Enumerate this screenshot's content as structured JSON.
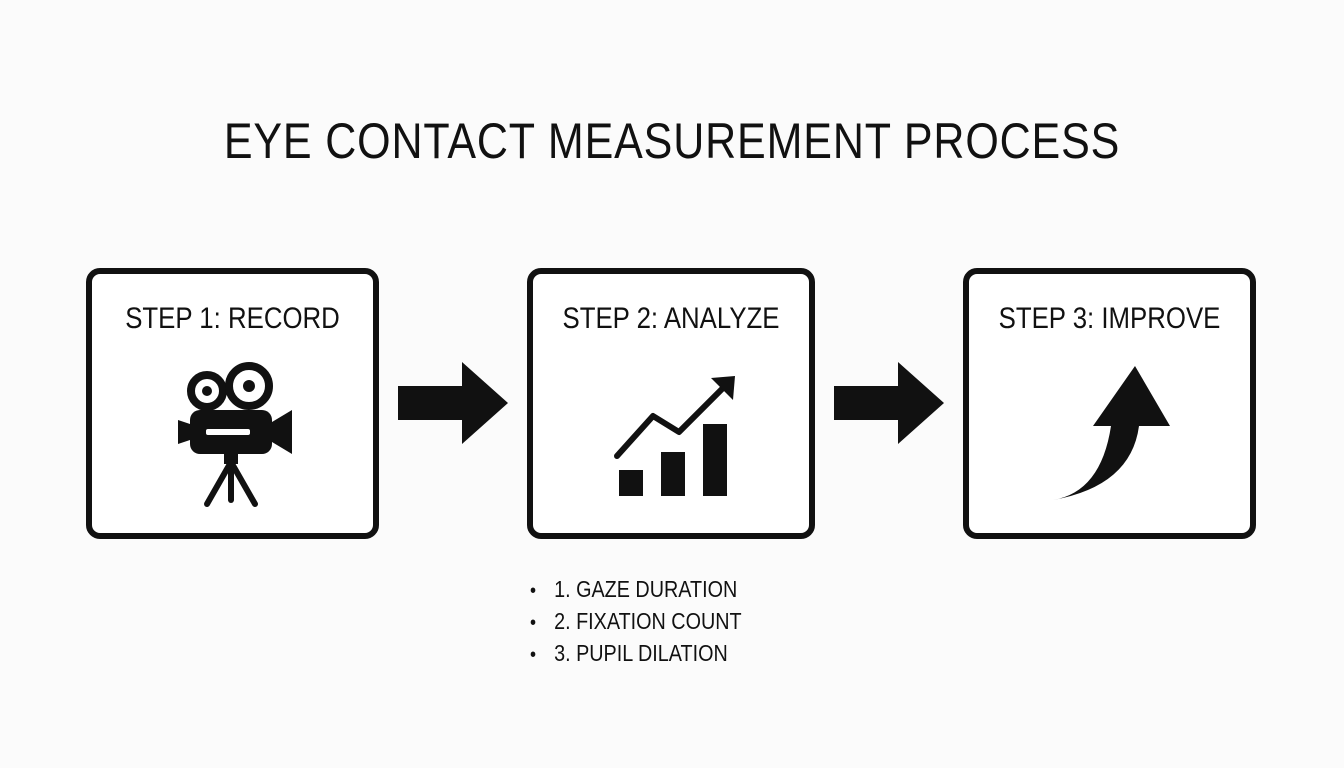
{
  "title": "EYE CONTACT MEASUREMENT PROCESS",
  "steps": [
    {
      "label": "STEP 1: RECORD",
      "icon": "video-camera-icon"
    },
    {
      "label": "STEP 2: ANALYZE",
      "icon": "trending-chart-icon"
    },
    {
      "label": "STEP 3: IMPROVE",
      "icon": "curved-up-arrow-icon"
    }
  ],
  "connectors": [
    "right-arrow-icon",
    "right-arrow-icon"
  ],
  "metrics": [
    "1. GAZE DURATION",
    "2. FIXATION COUNT",
    "3. PUPIL DILATION"
  ],
  "colors": {
    "ink": "#111111",
    "background": "#fbfbfb",
    "box_fill": "#ffffff"
  }
}
